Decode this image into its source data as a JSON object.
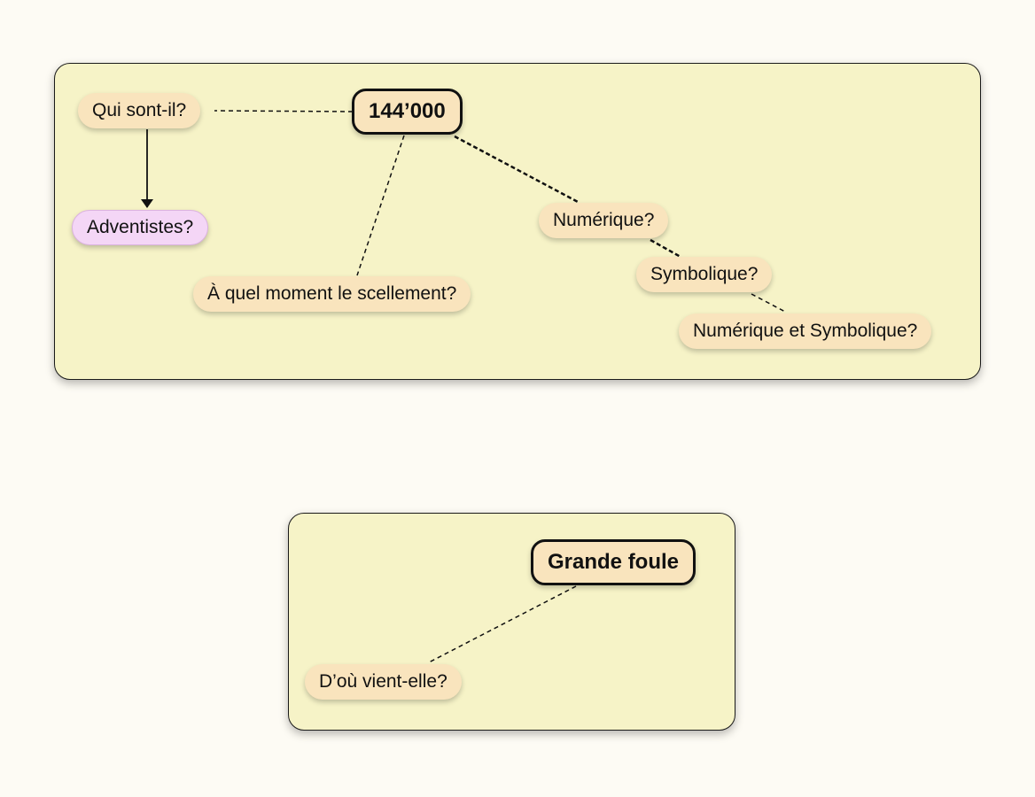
{
  "colors": {
    "background": "#fdfbf4",
    "frame_fill": "#f6f3c7",
    "node_fill": "#f9e4bd",
    "highlight_node_fill": "#f4d6f6"
  },
  "map1": {
    "central": "144’000",
    "question_who": "Qui sont-il?",
    "answer_adventists": "Adventistes?",
    "question_sealing": "À quel moment le scellement?",
    "option_numeric": "Numérique?",
    "option_symbolic": "Symbolique?",
    "option_both": "Numérique et Symbolique?"
  },
  "map2": {
    "central": "Grande foule",
    "question_origin": "D’où vient-elle?"
  }
}
